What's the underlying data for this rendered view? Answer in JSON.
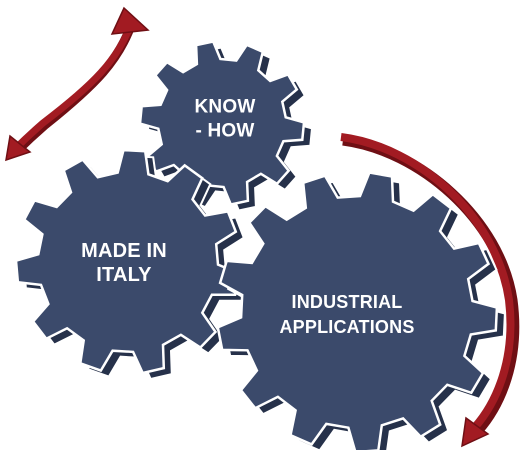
{
  "gears": [
    {
      "id": "know-how",
      "lines": [
        "KNOW",
        "- HOW"
      ]
    },
    {
      "id": "made-in-italy",
      "lines": [
        "MADE IN",
        "ITALY"
      ]
    },
    {
      "id": "industrial-applications",
      "lines": [
        "INDUSTRIAL",
        "APPLICATIONS"
      ]
    }
  ],
  "colors": {
    "gear_face": "#3b4a6b",
    "gear_side": "#26314a",
    "gear_outline": "#ffffff",
    "arrow": "#a21b22",
    "arrow_dark": "#6f0f14",
    "label": "#ffffff"
  }
}
